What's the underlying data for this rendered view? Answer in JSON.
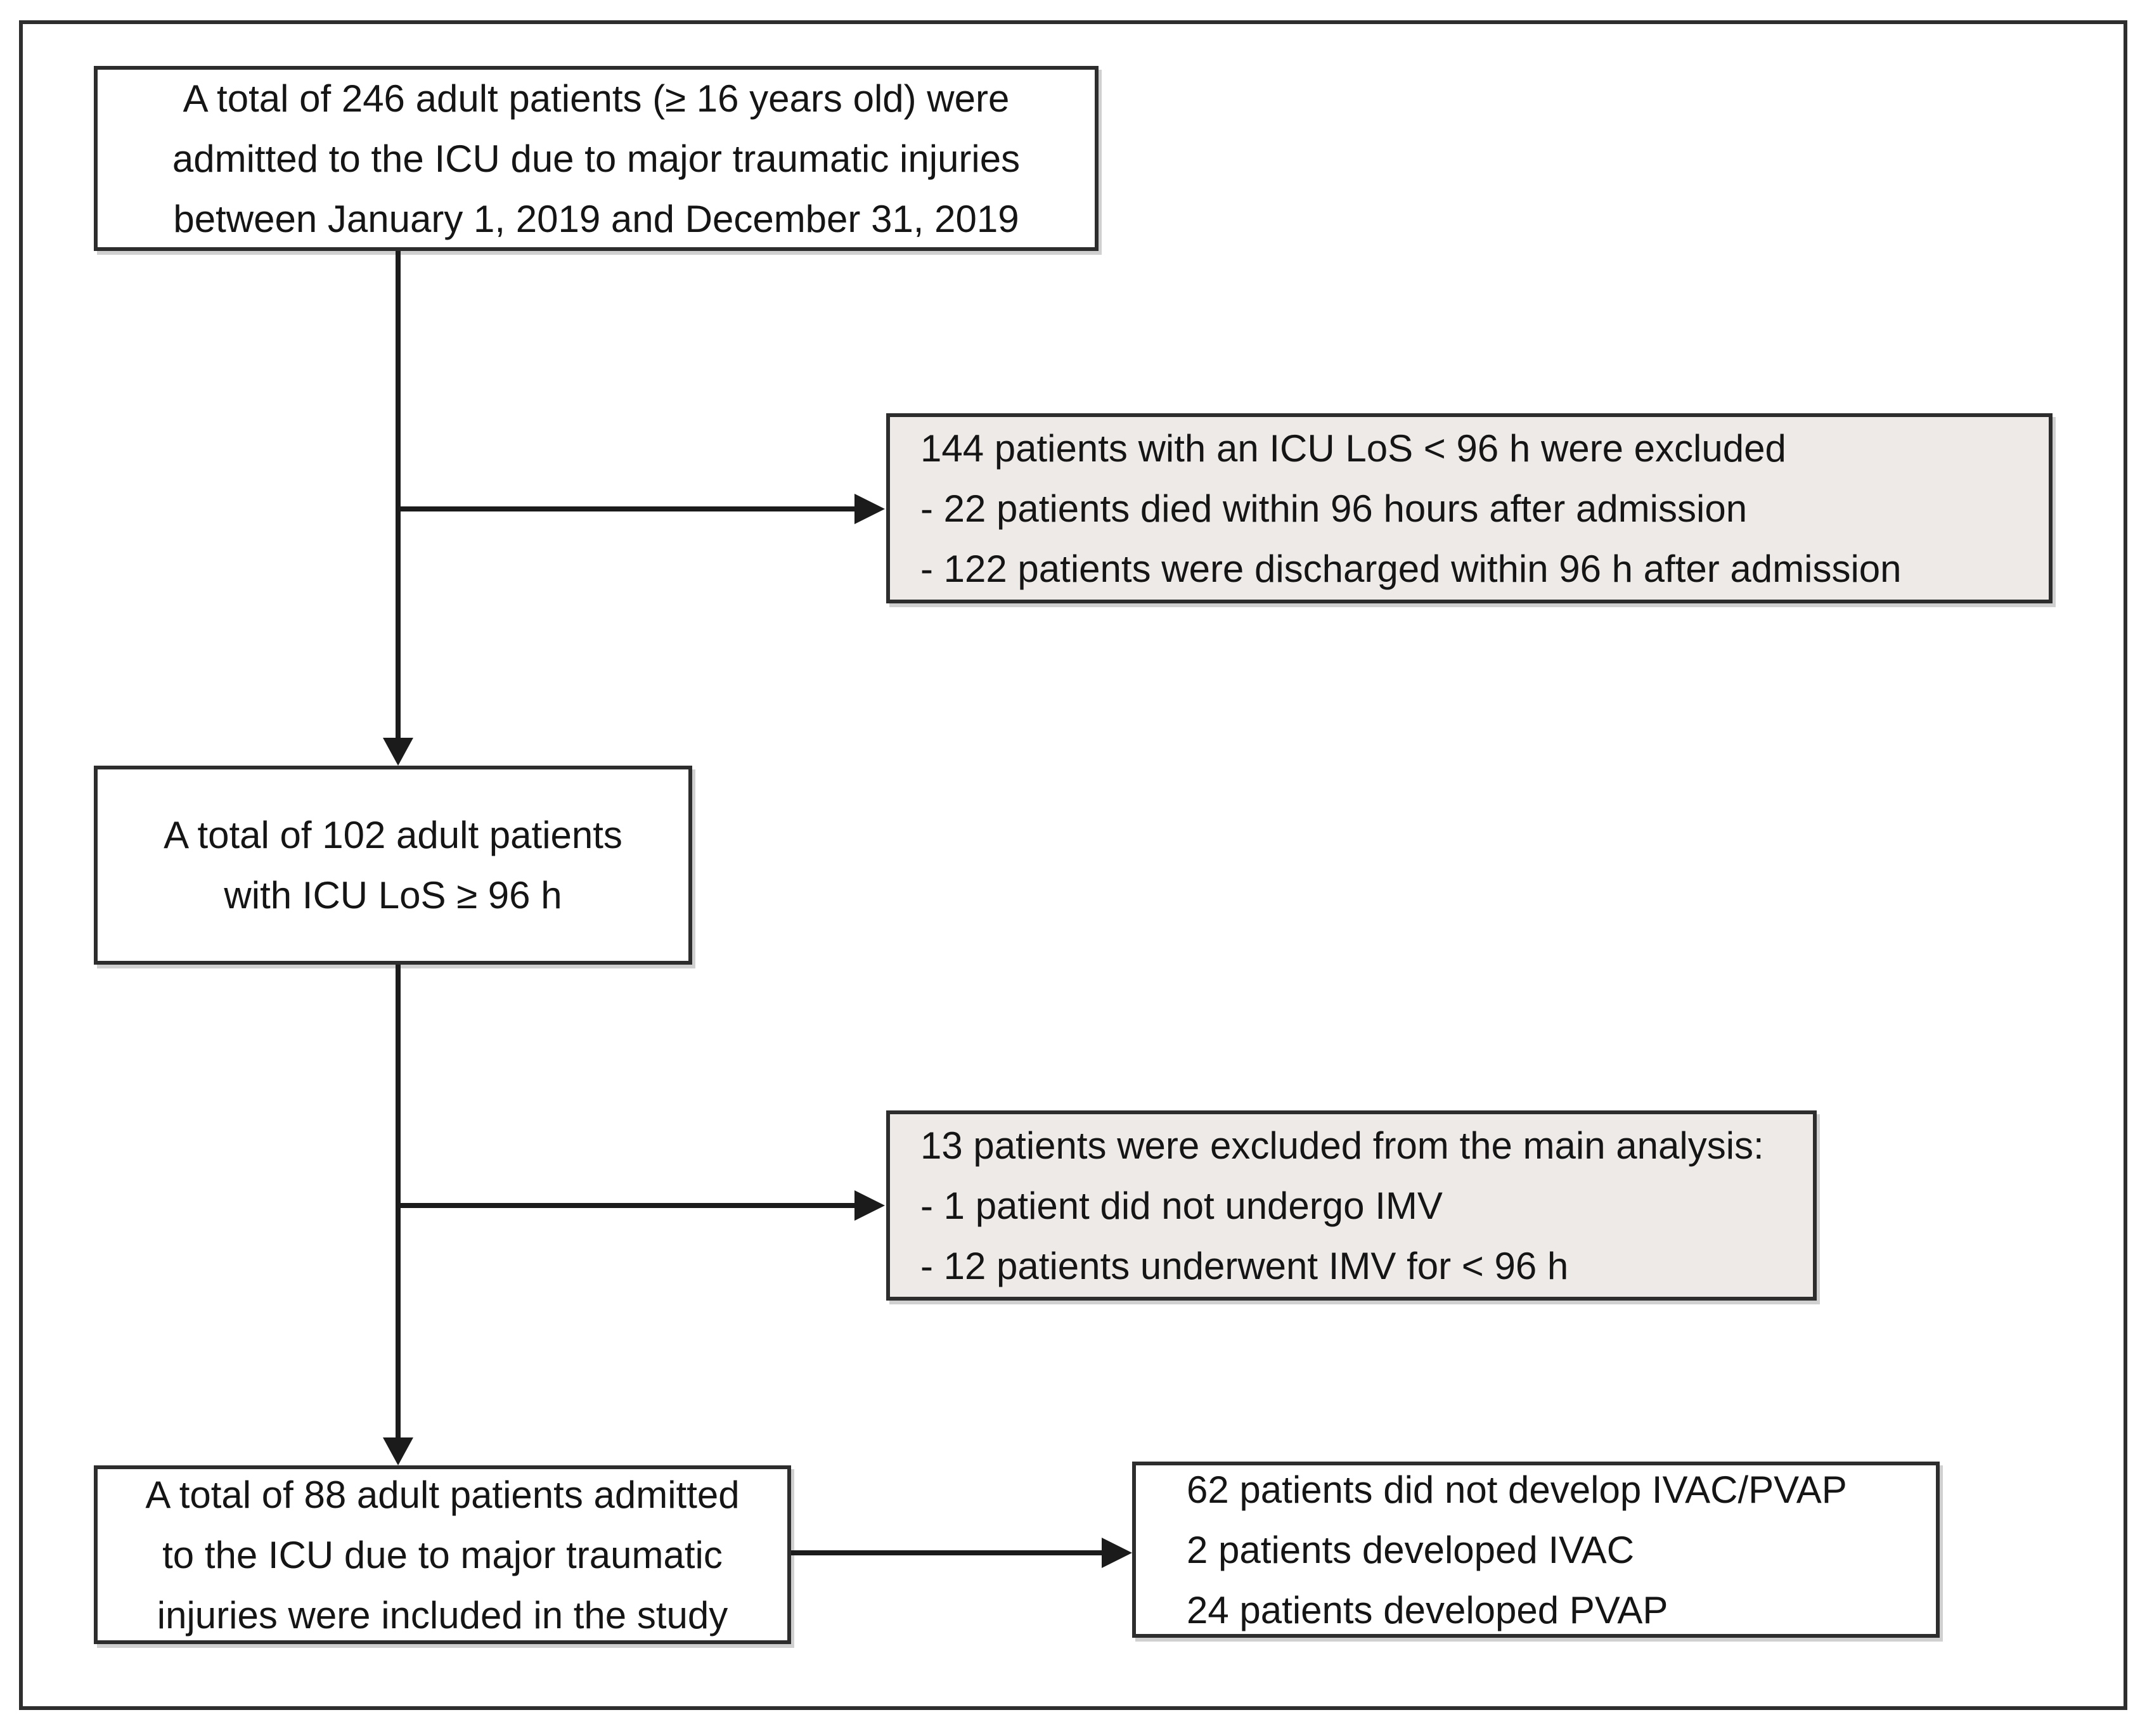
{
  "figure": {
    "colors": {
      "background": "#ffffff",
      "box_border": "#2d2d2d",
      "white_box_fill": "#ffffff",
      "gray_box_fill": "#edeae7",
      "arrow": "#1b1b1b",
      "text": "#151515"
    },
    "nodes": {
      "total_admitted": {
        "lines": [
          "A total of 246 adult patients (≥ 16 years old) were",
          "admitted to the ICU due to major traumatic injuries",
          "between January 1, 2019 and December 31, 2019"
        ]
      },
      "excluded_los": {
        "lines": [
          "144 patients with an ICU LoS < 96 h were excluded",
          "- 22 patients died within 96 hours after admission",
          "- 122 patients were discharged within 96 h after admission"
        ]
      },
      "los_96h": {
        "lines": [
          "A total of 102 adult patients",
          "with ICU LoS ≥ 96 h"
        ]
      },
      "excluded_analysis": {
        "lines": [
          "13 patients were excluded from the main analysis:",
          "- 1 patient did not undergo IMV",
          "- 12 patients underwent IMV for < 96 h"
        ]
      },
      "included_study": {
        "lines": [
          "A total of 88 adult patients admitted",
          "to the ICU due to major traumatic",
          "injuries were included in the study"
        ]
      },
      "outcomes": {
        "lines": [
          "62 patients did not develop IVAC/PVAP",
          "2 patients developed IVAC",
          "24 patients developed PVAP"
        ]
      }
    }
  }
}
